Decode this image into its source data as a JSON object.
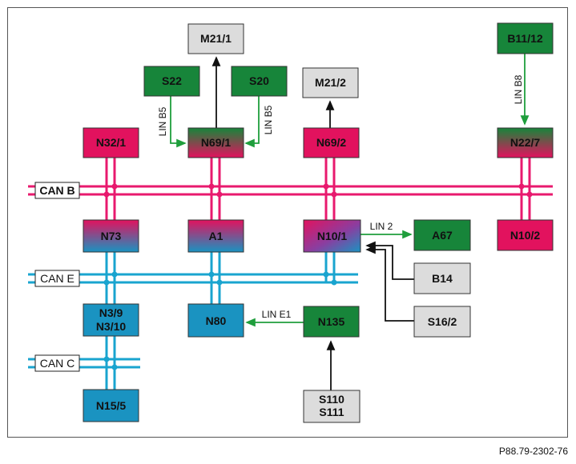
{
  "figure_id": "P88.79-2302-76",
  "colors": {
    "can_b": "#e8196e",
    "can_e": "#19a4cf",
    "lin": "#1f9e3c",
    "green_fill": "#17853a",
    "grey_fill": "#dcdcdc",
    "magenta_fill": "#e2125e",
    "blue_fill": "#1a93c1"
  },
  "buses": {
    "can_b": "CAN B",
    "can_e": "CAN E",
    "can_c": "CAN C"
  },
  "lin_labels": {
    "lin_b5_left": "LIN B5",
    "lin_b5_right": "LIN B5",
    "lin_b8": "LIN B8",
    "lin_2": "LIN 2",
    "lin_e1": "LIN E1"
  },
  "nodes": {
    "m21_1": "M21/1",
    "s22": "S22",
    "s20": "S20",
    "m21_2": "M21/2",
    "b11_12": "B11/12",
    "n32_1": "N32/1",
    "n69_1": "N69/1",
    "n69_2": "N69/2",
    "n22_7": "N22/7",
    "n73": "N73",
    "a1": "A1",
    "n10_1": "N10/1",
    "a67": "A67",
    "n10_2": "N10/2",
    "b14": "B14",
    "n3_9": "N3/9",
    "n3_10": "N3/10",
    "n80": "N80",
    "n135": "N135",
    "s16_2": "S16/2",
    "n15_5": "N15/5",
    "s110": "S110",
    "s111": "S111"
  }
}
